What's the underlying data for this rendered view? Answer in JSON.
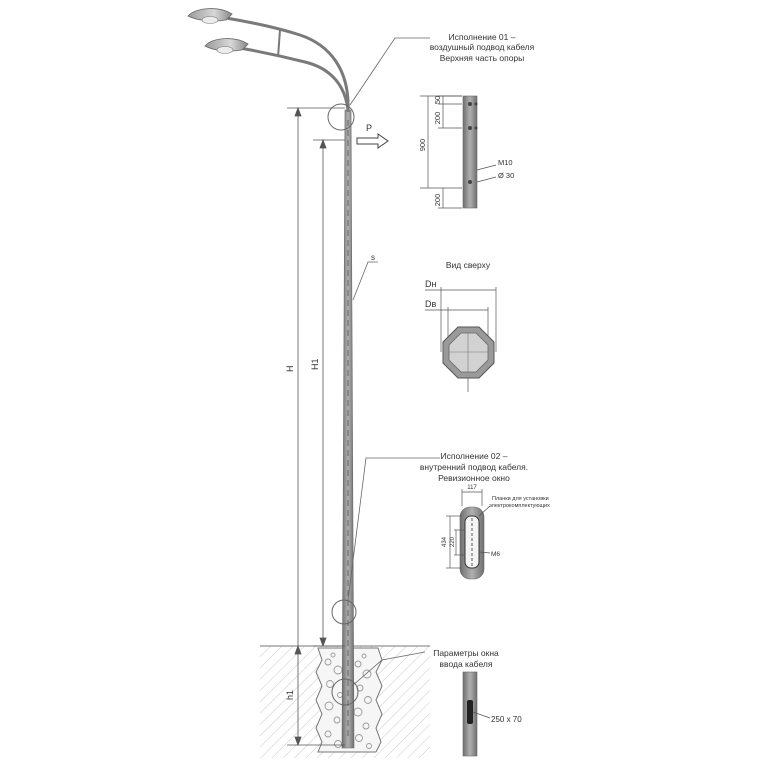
{
  "callouts": {
    "top": [
      "Исполнение 01 –",
      "воздушный подвод кабеля",
      "Верхняя часть опоры"
    ],
    "revision": [
      "Исполнение 02 –",
      "внутренний подвод кабеля.",
      "Ревизионное окно"
    ],
    "entry": [
      "Параметры окна",
      "ввода кабеля"
    ]
  },
  "labels": {
    "force": "P",
    "thickness": "s",
    "height": "H",
    "height1": "H1",
    "depth": "h1"
  },
  "top_detail": {
    "dims": [
      "50",
      "200",
      "900",
      "200"
    ],
    "thread": "M10",
    "hole": "Ø 30"
  },
  "top_view": {
    "title": "Вид сверху",
    "outer": "Dн",
    "inner": "Dв"
  },
  "window_detail": {
    "width": "117",
    "height_outer": "434",
    "height_inner": "220",
    "bolt": "M6",
    "note": [
      "Планки для установки",
      "электрокомплектующих"
    ]
  },
  "entry_detail": {
    "size": "250 x 70"
  },
  "colors": {
    "pole": "#8c8c8c",
    "line": "#555555",
    "ground": "#e9e9e9"
  }
}
